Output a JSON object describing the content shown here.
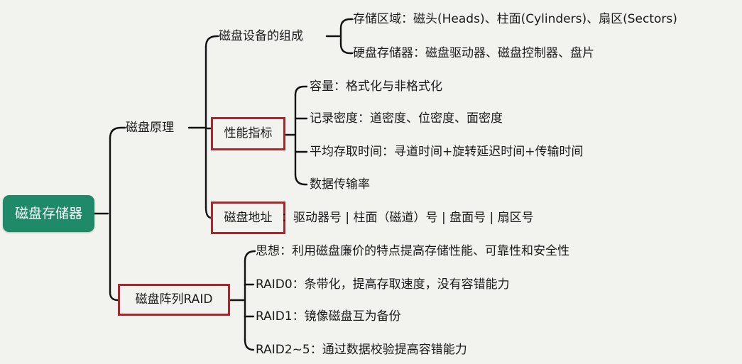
{
  "root": "磁盘存储器",
  "branches": {
    "principle": {
      "label": "磁盘原理",
      "composition": {
        "label": "磁盘设备的组成",
        "items": [
          "存储区域：磁头(Heads)、柱面(Cylinders)、扇区(Sectors)",
          "硬盘存储器：磁盘驱动器、磁盘控制器、盘片"
        ]
      },
      "performance": {
        "label": "性能指标",
        "items": [
          "容量：格式化与非格式化",
          "记录密度：道密度、位密度、面密度",
          "平均存取时间：寻道时间+旋转延迟时间+传输时间",
          "数据传输率"
        ]
      },
      "address": {
        "label": "磁盘地址",
        "value": "：驱动器号 | 柱面（磁道）号 | 盘面号 | 扇区号"
      }
    },
    "raid": {
      "label": "磁盘阵列RAID",
      "items": [
        "思想：利用磁盘廉价的特点提高存储性能、可靠性和安全性",
        "RAID0：条带化，提高存取速度，没有容错能力",
        "RAID1：镜像磁盘互为备份",
        "RAID2~5：通过数据校验提高容错能力"
      ]
    }
  },
  "colors": {
    "root_fill": "#1f8a67",
    "highlight_border": "#a8262c",
    "line": "#111111",
    "background": "#f2f2ee"
  }
}
